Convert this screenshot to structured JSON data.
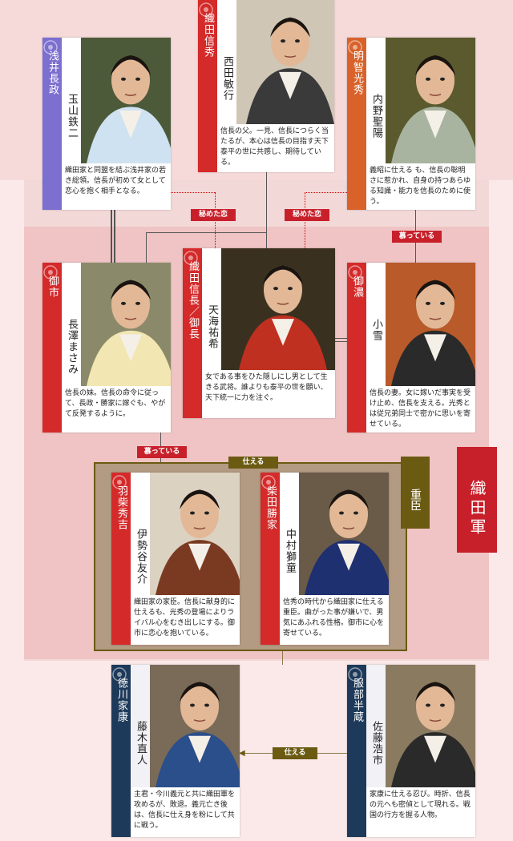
{
  "clan_label": "織田軍",
  "retainer_label": "重臣",
  "tags": {
    "secret_love_1": "秘めた恋",
    "secret_love_2": "秘めた恋",
    "admire_1": "慕っている",
    "admire_2": "慕っている",
    "serve_1": "仕える",
    "serve_2": "仕える"
  },
  "characters": [
    {
      "id": "asai",
      "role": "浅井長政",
      "actor": "玉山鉄二",
      "desc": "織田家と同盟を結ぶ浅井家の若き総領。信長が初めて女として恋心を抱く相手となる。",
      "strip_color": "#7b6fd0"
    },
    {
      "id": "nobuhide",
      "role": "織田信秀",
      "actor": "西田敏行",
      "desc": "信長の父。一見、信長につらく当たるが、本心は信長の目指す天下泰平の世に共感し、期待している。",
      "strip_color": "#d42a2a"
    },
    {
      "id": "mitsuhide",
      "role": "明智光秀",
      "actor": "内野聖陽",
      "desc": "義昭に仕える も、信長の聡明さに惹かれ、自身の持つあらゆる知識・能力を信長のために使う。",
      "strip_color": "#d8622a"
    },
    {
      "id": "oichi",
      "role": "御市",
      "actor": "長澤まさみ",
      "desc": "信長の妹。信長の命令に従って、長政・勝家に嫁ぐも、やがて反発するように。",
      "strip_color": "#d42a2a"
    },
    {
      "id": "nobunaga",
      "role": "織田信長／御長",
      "actor": "天海祐希",
      "desc": "女である事をひた隠しにし男として生きる武将。誰よりも泰平の世を願い、天下統一に力を注ぐ。",
      "strip_color": "#d42a2a"
    },
    {
      "id": "nou",
      "role": "御濃",
      "actor": "小雪",
      "desc": "信長の妻。女に嫁いだ事実を受け止め、信長を支える。光秀とは従兄弟同士で密かに思いを寄せている。",
      "strip_color": "#d42a2a"
    },
    {
      "id": "hideyoshi",
      "role": "羽柴秀吉",
      "actor": "伊勢谷友介",
      "desc": "織田家の家臣。信長に献身的に仕えるも、光秀の登場によりライバル心をむき出しにする。御市に恋心を抱いている。",
      "strip_color": "#d42a2a"
    },
    {
      "id": "katsuie",
      "role": "柴田勝家",
      "actor": "中村獅童",
      "desc": "信秀の時代から織田家に仕える重臣。曲がった事が嫌いで、男気にあふれる性格。御市に心を寄せている。",
      "strip_color": "#d42a2a"
    },
    {
      "id": "ieyasu",
      "role": "徳川家康",
      "actor": "藤木直人",
      "desc": "主君・今川義元と共に織田軍を攻めるが、敗退。義元亡き後は、信長に仕え身を粉にして共に戦う。",
      "strip_color": "#1e3a5a"
    },
    {
      "id": "hanzo",
      "role": "服部半蔵",
      "actor": "佐藤浩市",
      "desc": "家康に仕える忍び。時折、信長の元へも密偵として現れる。戦国の行方を握る人物。",
      "strip_color": "#1e3a5a"
    }
  ]
}
